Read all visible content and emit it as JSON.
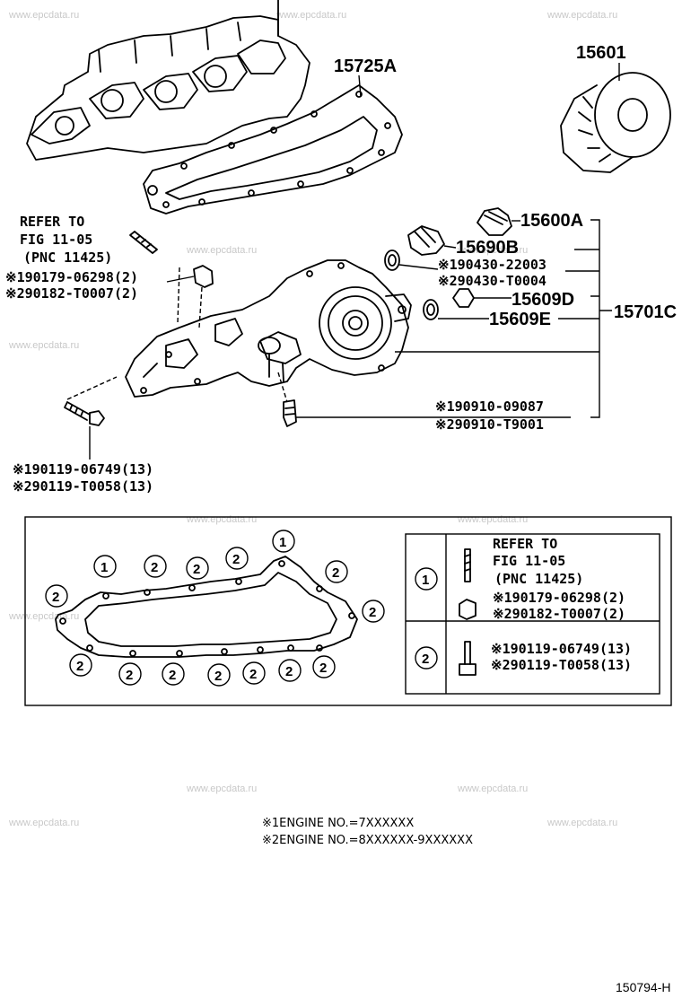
{
  "watermarks": [
    "www.epcdata.ru"
  ],
  "parts": {
    "gasket": "15725A",
    "oil_filter": "15601",
    "relief_valve": "15600A",
    "oil_switch": "15690B",
    "plug_d": "15609D",
    "plug_e": "15609E",
    "cooler_assy": "15701C"
  },
  "refer_note": {
    "line1": "REFER TO",
    "line2": "FIG 11-05",
    "line3": "(PNC 11425)"
  },
  "stud_codes": {
    "c1": "※190179-06298(2)",
    "c2": "※290182-T0007(2)"
  },
  "gasket_codes": {
    "c1": "※190430-22003",
    "c2": "※290430-T0004"
  },
  "union_codes": {
    "c1": "※190910-09087",
    "c2": "※290910-T9001"
  },
  "bolt_codes": {
    "c1": "※190119-06749(13)",
    "c2": "※290119-T0058(13)"
  },
  "legend": {
    "row1_marker": "1",
    "row2_marker": "2",
    "row1_refer1": "REFER TO",
    "row1_refer2": "FIG 11-05",
    "row1_refer3": "(PNC 11425)",
    "row1_c1": "※190179-06298(2)",
    "row1_c2": "※290182-T0007(2)",
    "row2_c1": "※190119-06749(13)",
    "row2_c2": "※290119-T0058(13)"
  },
  "footnotes": {
    "n1": "※1ENGINE NO.=7XXXXXX",
    "n2": "※2ENGINE NO.=8XXXXXX-9XXXXXX"
  },
  "diagram_code": "150794-H",
  "markers": {
    "one": "1",
    "two": "2"
  }
}
